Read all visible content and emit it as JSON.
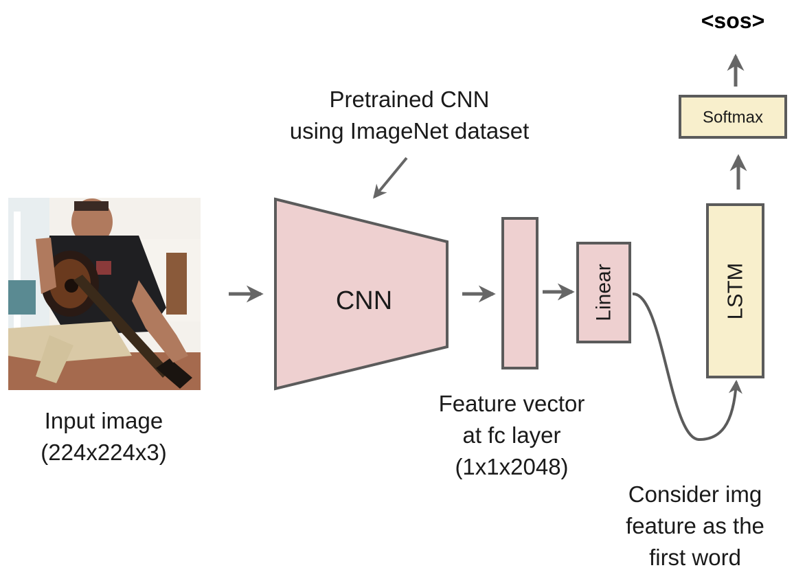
{
  "input": {
    "image_alt": "Photo of a man in a black t-shirt playing an acoustic guitar",
    "caption_line1": "Input image",
    "caption_line2": "(224x224x3)"
  },
  "cnn": {
    "label": "CNN",
    "annotation_line1": "Pretrained CNN",
    "annotation_line2": "using ImageNet dataset"
  },
  "feature": {
    "caption_line1": "Feature vector",
    "caption_line2": "at fc layer",
    "caption_line3": "(1x1x2048)"
  },
  "linear": {
    "label": "Linear"
  },
  "lstm": {
    "label": "LSTM"
  },
  "softmax": {
    "label": "Softmax"
  },
  "output": {
    "token": "<sos>"
  },
  "note": {
    "line1": "Consider img",
    "line2": "feature as the",
    "line3": "first word"
  },
  "colors": {
    "pink_fill": "#EED0D0",
    "yellow_fill": "#F8EFCC",
    "stroke": "#5b5b5b",
    "arrow": "#666666"
  }
}
